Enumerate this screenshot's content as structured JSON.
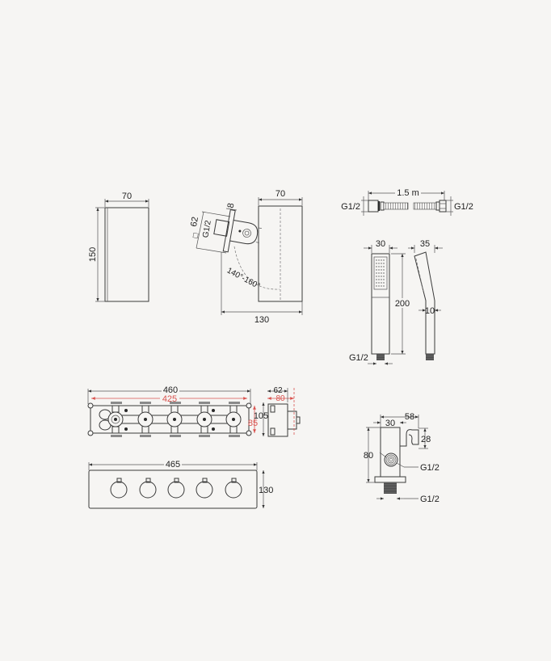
{
  "drawing": {
    "background": "#f6f5f3",
    "line_color": "#3a3a3a",
    "accent_color": "#d9534f"
  },
  "shower_head_front": {
    "width_label": "70",
    "height_label": "150"
  },
  "shower_head_side": {
    "arm_thickness_label": "8",
    "flange_label": "62",
    "flange_prefix": "□",
    "thread_label": "G1/2",
    "angle_label": "140°-160°",
    "head_width_label": "70",
    "projection_label": "130"
  },
  "hose": {
    "length_label": "1.5 m",
    "left_thread_label": "G1/2",
    "right_thread_label": "G1/2"
  },
  "hand_shower": {
    "width_label": "30",
    "side_width_label": "35",
    "length_label": "200",
    "handle_label": "10",
    "thread_label": "G1/2"
  },
  "concealed_valve": {
    "overall_width_label": "460",
    "hole_spacing_label": "425",
    "depth_label": "62",
    "depth_max_label": "80",
    "height_label": "105",
    "hole_height_label": "85"
  },
  "cover_plate": {
    "width_label": "465",
    "height_label": "130",
    "knob_count": 5
  },
  "wall_outlet": {
    "body_width_label": "30",
    "overall_width_label": "58",
    "holder_height_label": "28",
    "height_label": "80",
    "side_thread_label": "G1/2",
    "bottom_thread_label": "G1/2"
  }
}
